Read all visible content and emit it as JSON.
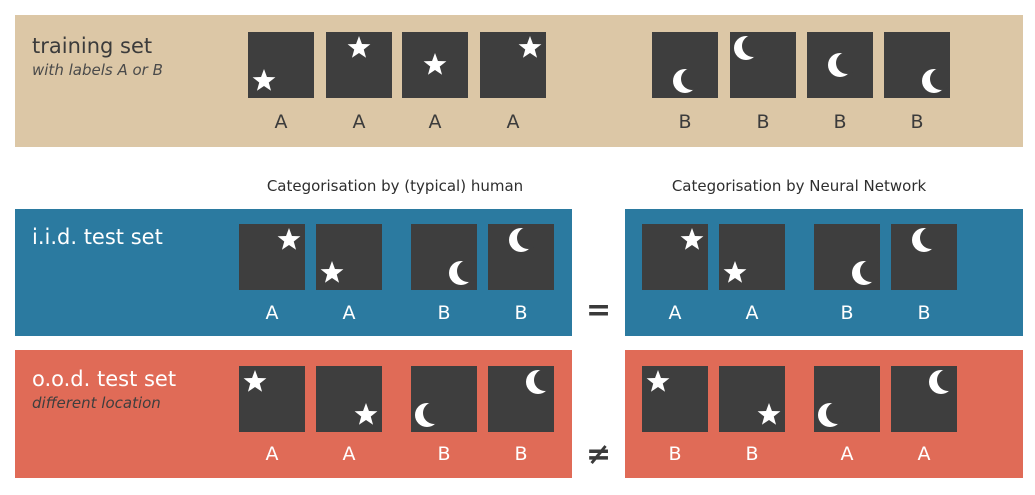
{
  "colors": {
    "tan": "#dcc7a6",
    "blue": "#2b7aa0",
    "red": "#e06b57",
    "tile": "#3e3e3e",
    "shape": "#ffffff"
  },
  "training": {
    "title": "training set",
    "subtitle": "with labels A or B",
    "tiles": [
      {
        "shape": "star-icon",
        "pos": "bottom-left",
        "label": "A"
      },
      {
        "shape": "star-icon",
        "pos": "top-center",
        "label": "A"
      },
      {
        "shape": "star-icon",
        "pos": "middle-center",
        "label": "A"
      },
      {
        "shape": "star-icon",
        "pos": "top-right",
        "label": "A"
      },
      {
        "shape": "moon-icon",
        "pos": "bottom-center",
        "label": "B"
      },
      {
        "shape": "moon-icon",
        "pos": "top-left",
        "label": "B"
      },
      {
        "shape": "moon-icon",
        "pos": "middle-center",
        "label": "B"
      },
      {
        "shape": "moon-icon",
        "pos": "bottom-right",
        "label": "B"
      }
    ]
  },
  "headers": {
    "human": "Categorisation by (typical) human",
    "network": "Categorisation by Neural Network"
  },
  "iid": {
    "title": "i.i.d. test set",
    "human": [
      {
        "shape": "star-icon",
        "pos": "top-right",
        "label": "A"
      },
      {
        "shape": "star-icon",
        "pos": "bottom-left",
        "label": "A"
      },
      {
        "shape": "moon-icon",
        "pos": "bottom-right",
        "label": "B"
      },
      {
        "shape": "moon-icon",
        "pos": "top-center",
        "label": "B"
      }
    ],
    "network": [
      {
        "shape": "star-icon",
        "pos": "top-right",
        "label": "A"
      },
      {
        "shape": "star-icon",
        "pos": "bottom-left",
        "label": "A"
      },
      {
        "shape": "moon-icon",
        "pos": "bottom-right",
        "label": "B"
      },
      {
        "shape": "moon-icon",
        "pos": "top-center",
        "label": "B"
      }
    ],
    "relation": "="
  },
  "ood": {
    "title": "o.o.d. test set",
    "subtitle": "different location",
    "human": [
      {
        "shape": "star-icon",
        "pos": "top-left",
        "label": "A"
      },
      {
        "shape": "star-icon",
        "pos": "bottom-right",
        "label": "A"
      },
      {
        "shape": "moon-icon",
        "pos": "bottom-left",
        "label": "B"
      },
      {
        "shape": "moon-icon",
        "pos": "top-right",
        "label": "B"
      }
    ],
    "network": [
      {
        "shape": "star-icon",
        "pos": "top-left",
        "label": "B"
      },
      {
        "shape": "star-icon",
        "pos": "bottom-right",
        "label": "B"
      },
      {
        "shape": "moon-icon",
        "pos": "bottom-left",
        "label": "A"
      },
      {
        "shape": "moon-icon",
        "pos": "top-right",
        "label": "A"
      }
    ],
    "relation": "≠"
  }
}
